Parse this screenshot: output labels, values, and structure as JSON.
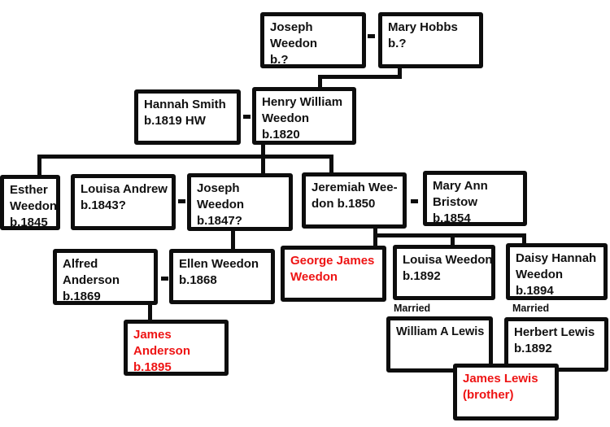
{
  "title": "Weedon family tree",
  "colors": {
    "line_black": "#0d0d0d",
    "text_black": "#111111",
    "text_red": "#ee1414"
  },
  "nodes": {
    "joseph_weedon_sr": {
      "label": "Joseph\nWeedon\nb.?"
    },
    "mary_hobbs": {
      "label": "Mary Hobbs\nb.?"
    },
    "hannah_smith": {
      "label": "Hannah Smith\nb.1819 HW"
    },
    "henry_william_weedon": {
      "label": "Henry William\nWeedon\nb.1820"
    },
    "esther_weedon": {
      "label": "Esther\nWeedon\nb.1845"
    },
    "louisa_andrew": {
      "label": "Louisa Andrew\nb.1843?"
    },
    "joseph_weedon_jr": {
      "label": "Joseph\nWeedon\nb.1847?"
    },
    "jeremiah_weedon": {
      "label": "Jeremiah Wee-\ndon b.1850"
    },
    "mary_ann_bristow": {
      "label": "Mary Ann\nBristow\nb.1854"
    },
    "alfred_anderson": {
      "label": "Alfred\nAnderson\nb.1869"
    },
    "ellen_weedon": {
      "label": "Ellen Weedon\nb.1868"
    },
    "george_james_weedon": {
      "label": "George James\nWeedon",
      "highlight": "red"
    },
    "louisa_weedon": {
      "label": "Louisa Weedon\nb.1892"
    },
    "daisy_hannah_weedon": {
      "label": "Daisy Hannah\nWeedon\nb.1894"
    },
    "james_anderson": {
      "label": "James\nAnderson\nb.1895",
      "highlight": "red"
    },
    "william_a_lewis": {
      "label": "William A Lewis"
    },
    "herbert_lewis": {
      "label": "Herbert Lewis\nb.1892"
    },
    "james_lewis": {
      "label": "James Lewis\n(brother)",
      "highlight": "red"
    }
  },
  "labels": {
    "married_louisa": "Married",
    "married_daisy": "Married"
  }
}
